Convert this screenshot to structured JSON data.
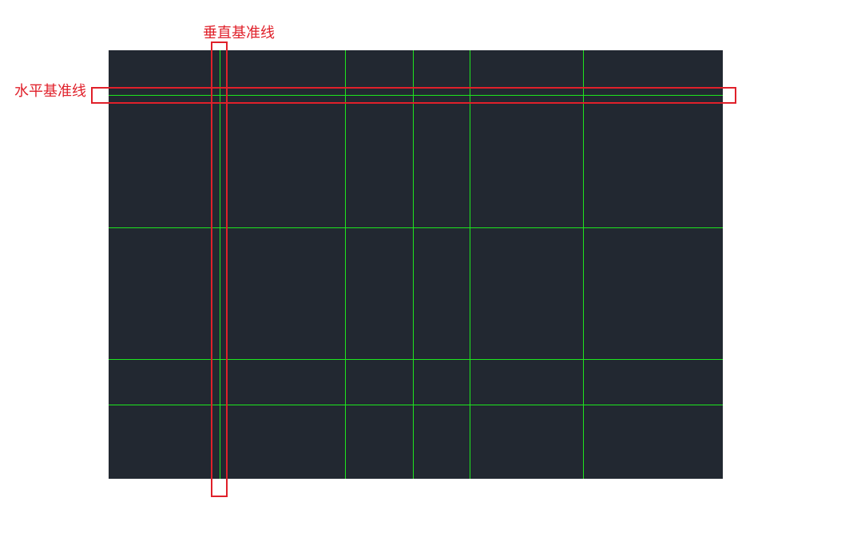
{
  "annotations": {
    "vertical_label": "垂直基准线",
    "horizontal_label": "水平基准线",
    "color": "#e0202a"
  },
  "canvas": {
    "background": "#222831",
    "guide_color": "#1ee61e",
    "vertical_guides_x": [
      275,
      432,
      517,
      588,
      730
    ],
    "horizontal_guides_y": [
      119,
      285,
      450,
      507
    ]
  }
}
